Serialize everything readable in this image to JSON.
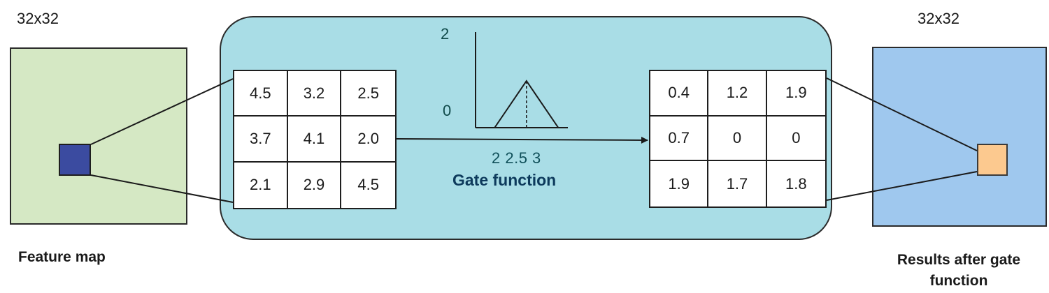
{
  "left": {
    "size_label": "32x32",
    "caption": "Feature map",
    "map_color": "#d5e8c4",
    "patch_color": "#3b4ba0"
  },
  "right": {
    "size_label": "32x32",
    "caption": "Results  after gate function",
    "map_color": "#9fc8ee",
    "patch_color": "#fcc98f"
  },
  "panel_color": "#a9dde6",
  "input_grid": [
    [
      "4.5",
      "3.2",
      "2.5"
    ],
    [
      "3.7",
      "4.1",
      "2.0"
    ],
    [
      "2.1",
      "2.9",
      "4.5"
    ]
  ],
  "output_grid": [
    [
      "0.4",
      "1.2",
      "1.9"
    ],
    [
      "0.7",
      "0",
      "0"
    ],
    [
      "1.9",
      "1.7",
      "1.8"
    ]
  ],
  "gate": {
    "y_top": "2",
    "y_bottom": "0",
    "x_ticks": "2 2.5 3",
    "title": "Gate function",
    "triangle": [
      [
        2,
        0
      ],
      [
        2.5,
        2
      ],
      [
        3,
        0
      ]
    ]
  }
}
